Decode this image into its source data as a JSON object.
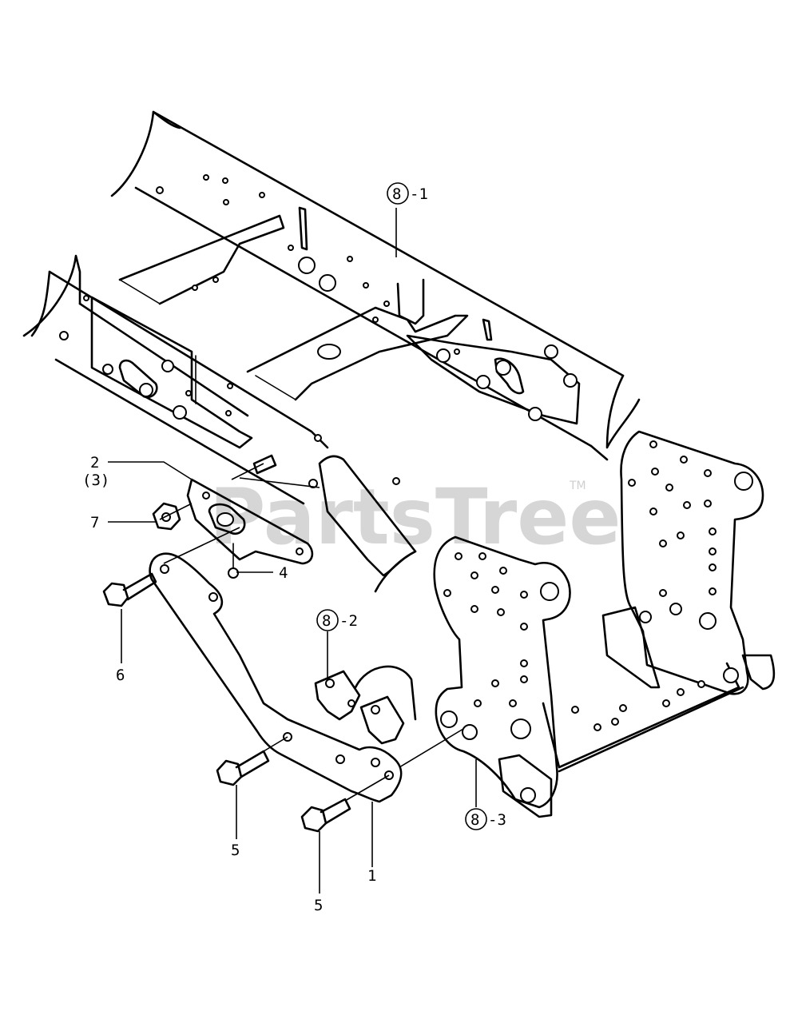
{
  "watermark": {
    "text": "PartsTree",
    "trademark": "TM"
  },
  "callouts": [
    {
      "id": "8-1",
      "circle": "8",
      "suffix": "-1"
    },
    {
      "id": "8-2",
      "circle": "8",
      "suffix": "-2"
    },
    {
      "id": "8-3",
      "circle": "8",
      "suffix": "-3"
    }
  ],
  "labels": [
    {
      "id": "1",
      "text": "1"
    },
    {
      "id": "2",
      "text": "2"
    },
    {
      "id": "2q",
      "text": "(3)"
    },
    {
      "id": "4",
      "text": "4"
    },
    {
      "id": "5a",
      "text": "5"
    },
    {
      "id": "5b",
      "text": "5"
    },
    {
      "id": "6",
      "text": "6"
    },
    {
      "id": "7",
      "text": "7"
    }
  ]
}
